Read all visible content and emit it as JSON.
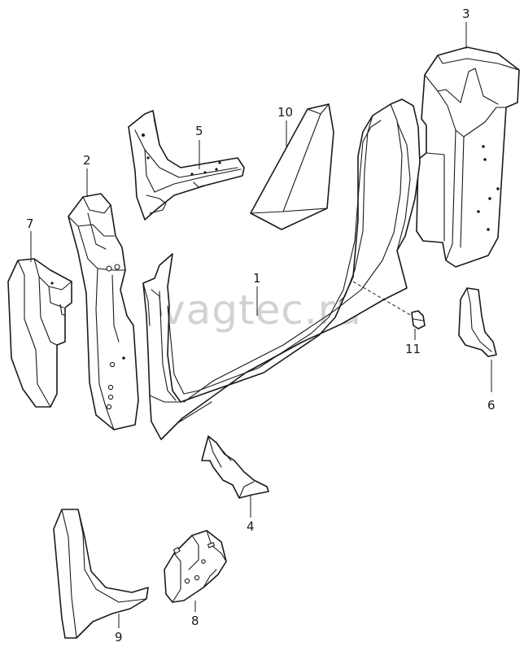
{
  "watermark": "vagtec.ru",
  "callouts": {
    "c1": "1",
    "c2": "2",
    "c3": "3",
    "c4": "4",
    "c5": "5",
    "c6": "6",
    "c7": "7",
    "c8": "8",
    "c9": "9",
    "c10": "10",
    "c11": "11"
  }
}
